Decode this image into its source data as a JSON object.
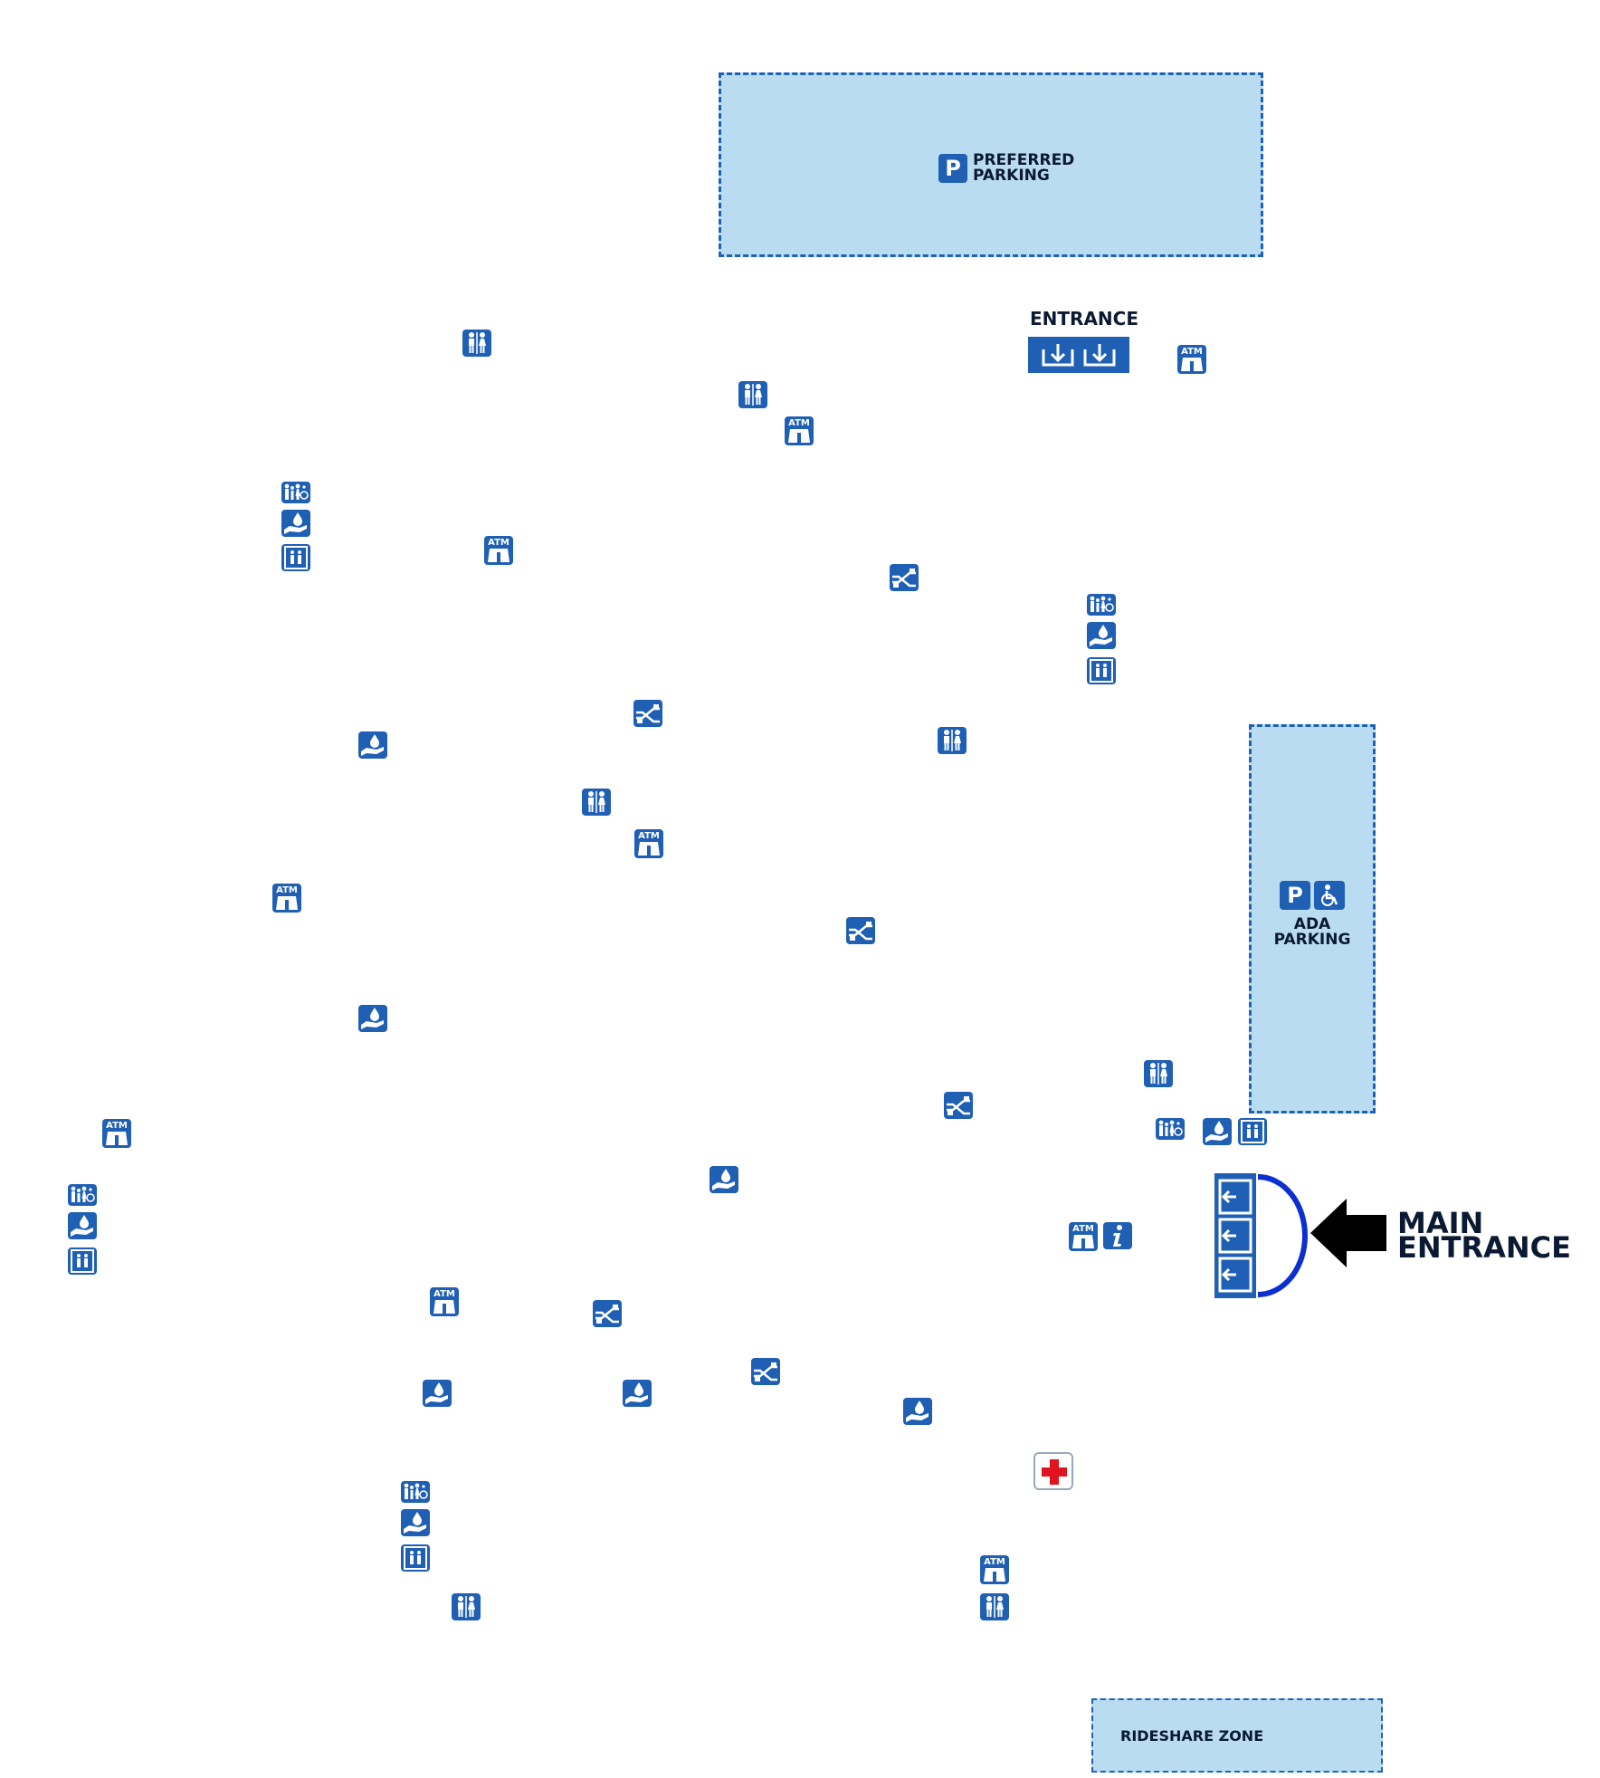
{
  "zones": {
    "preferred": {
      "line1": "PREFERRED",
      "line2": "PARKING",
      "badge": "P"
    },
    "ada": {
      "line1": "ADA",
      "line2": "PARKING",
      "badge": "P"
    },
    "rideshare": {
      "label": "RIDESHARE ZONE"
    }
  },
  "entrance": {
    "label": "ENTRANCE"
  },
  "main_entrance": {
    "line1": "MAIN",
    "line2": "ENTRANCE"
  },
  "info_glyph": "i",
  "atm_text": "ATM",
  "colors": {
    "icon_blue": "#1f5fb4",
    "zone_fill": "#b9dcf0",
    "zone_border": "#1f62b5",
    "first_aid_red": "#e01420",
    "arc_blue": "#0b2fd1"
  },
  "icon_names": [
    "restroom-icon",
    "family-restroom-icon",
    "water-fountain-icon",
    "elevator-icon",
    "atm-icon",
    "escalator-icon",
    "info-icon",
    "first-aid-icon",
    "entrance-door-icon",
    "wheelchair-icon",
    "parking-icon",
    "arrow-left-icon"
  ]
}
